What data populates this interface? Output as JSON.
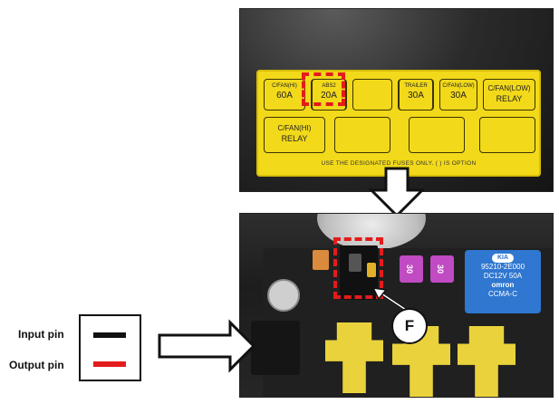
{
  "label_plate": {
    "cells": [
      {
        "id": "cfan-hi",
        "small": "C/FAN(HI)",
        "big": "60A"
      },
      {
        "id": "abs2",
        "small": "ABS2",
        "big": "20A"
      },
      {
        "id": "empty1",
        "small": "",
        "big": ""
      },
      {
        "id": "trailer",
        "small": "TRAILER",
        "big": "30A"
      },
      {
        "id": "cfan-low",
        "small": "C/FAN(LOW)",
        "big": "30A"
      },
      {
        "id": "cfan-low-relay",
        "small": "C/FAN(LOW)",
        "big": "RELAY"
      },
      {
        "id": "cfan-hi-relay",
        "small": "C/FAN(HI)",
        "big": "RELAY"
      },
      {
        "id": "empty2",
        "small": "",
        "big": ""
      },
      {
        "id": "empty3",
        "small": "",
        "big": ""
      },
      {
        "id": "empty4",
        "small": "",
        "big": ""
      }
    ],
    "note": "USE THE DESIGNATED FUSES ONLY.          (          ) IS OPTION"
  },
  "fuse_box": {
    "fuse_a": "30",
    "fuse_b": "30",
    "relay_brand": "KIA",
    "relay_part": "95210-2E000",
    "relay_rating": "DC12V  50A",
    "relay_maker": "omron",
    "relay_model": "CCMA-C"
  },
  "callout": {
    "letter": "F"
  },
  "legend": {
    "input_label": "Input pin",
    "output_label": "Output pin",
    "input_color": "#111111",
    "output_color": "#e31b1b"
  }
}
